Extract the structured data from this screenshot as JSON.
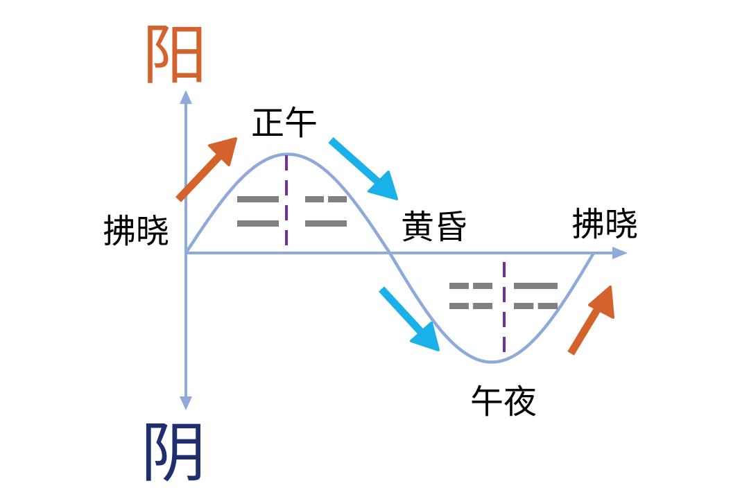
{
  "labels": {
    "yang": "阳",
    "yin": "阴",
    "noon": "正午",
    "dusk": "黄昏",
    "dawn_start": "拂晓",
    "dawn_end": "拂晓",
    "midnight": "午夜"
  },
  "colors": {
    "axis": "#8eaadb",
    "curve": "#8eaadb",
    "yang": "#d4622c",
    "yin": "#1f2f6e",
    "rising_arrow": "#d4622c",
    "falling_arrow": "#1ab0e8",
    "divider": "#7030a0",
    "trigram": "#808080"
  },
  "trigrams": {
    "upper_left": [
      "solid",
      "solid"
    ],
    "upper_right": [
      "broken",
      "solid"
    ],
    "lower_left": [
      "broken",
      "broken"
    ],
    "lower_right": [
      "solid",
      "broken"
    ]
  }
}
